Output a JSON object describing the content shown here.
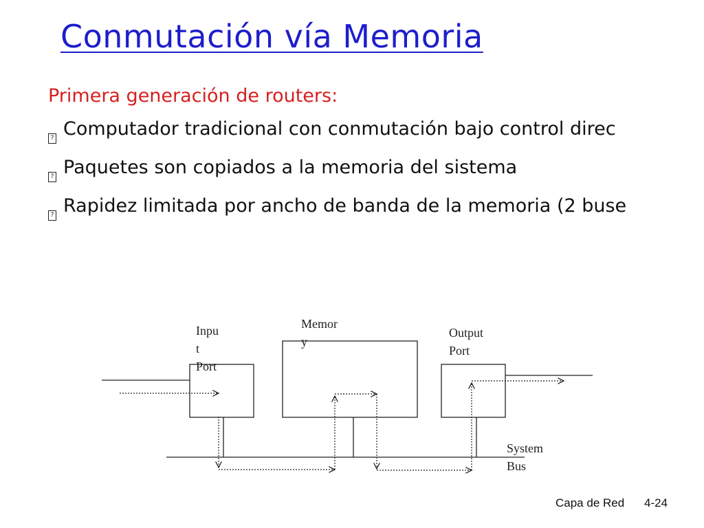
{
  "slide": {
    "title": "Conmutación vía Memoria",
    "subtitle": "Primera generación de routers:",
    "bullets": [
      {
        "text": "Computador tradicional con conmutación bajo control direc",
        "icon": "bullet-box-icon"
      },
      {
        "text": "Paquetes son copiados a la memoria del sistema",
        "icon": "bullet-box-icon"
      },
      {
        "text": "Rapidez limitada por ancho de banda de la memoria (2 buse",
        "icon": "bullet-box-icon"
      }
    ],
    "bullet_glyph": "?"
  },
  "diagram": {
    "input_port_label": "Inpu\nt\nPort",
    "memory_label": "Memor\ny",
    "output_port_label": "Output\nPort",
    "system_bus_label": "System\nBus"
  },
  "footer": {
    "section": "Capa de Red",
    "page": "4-24"
  },
  "colors": {
    "title": "#1d1dcc",
    "subtitle": "#d61f1f",
    "text": "#111111"
  }
}
